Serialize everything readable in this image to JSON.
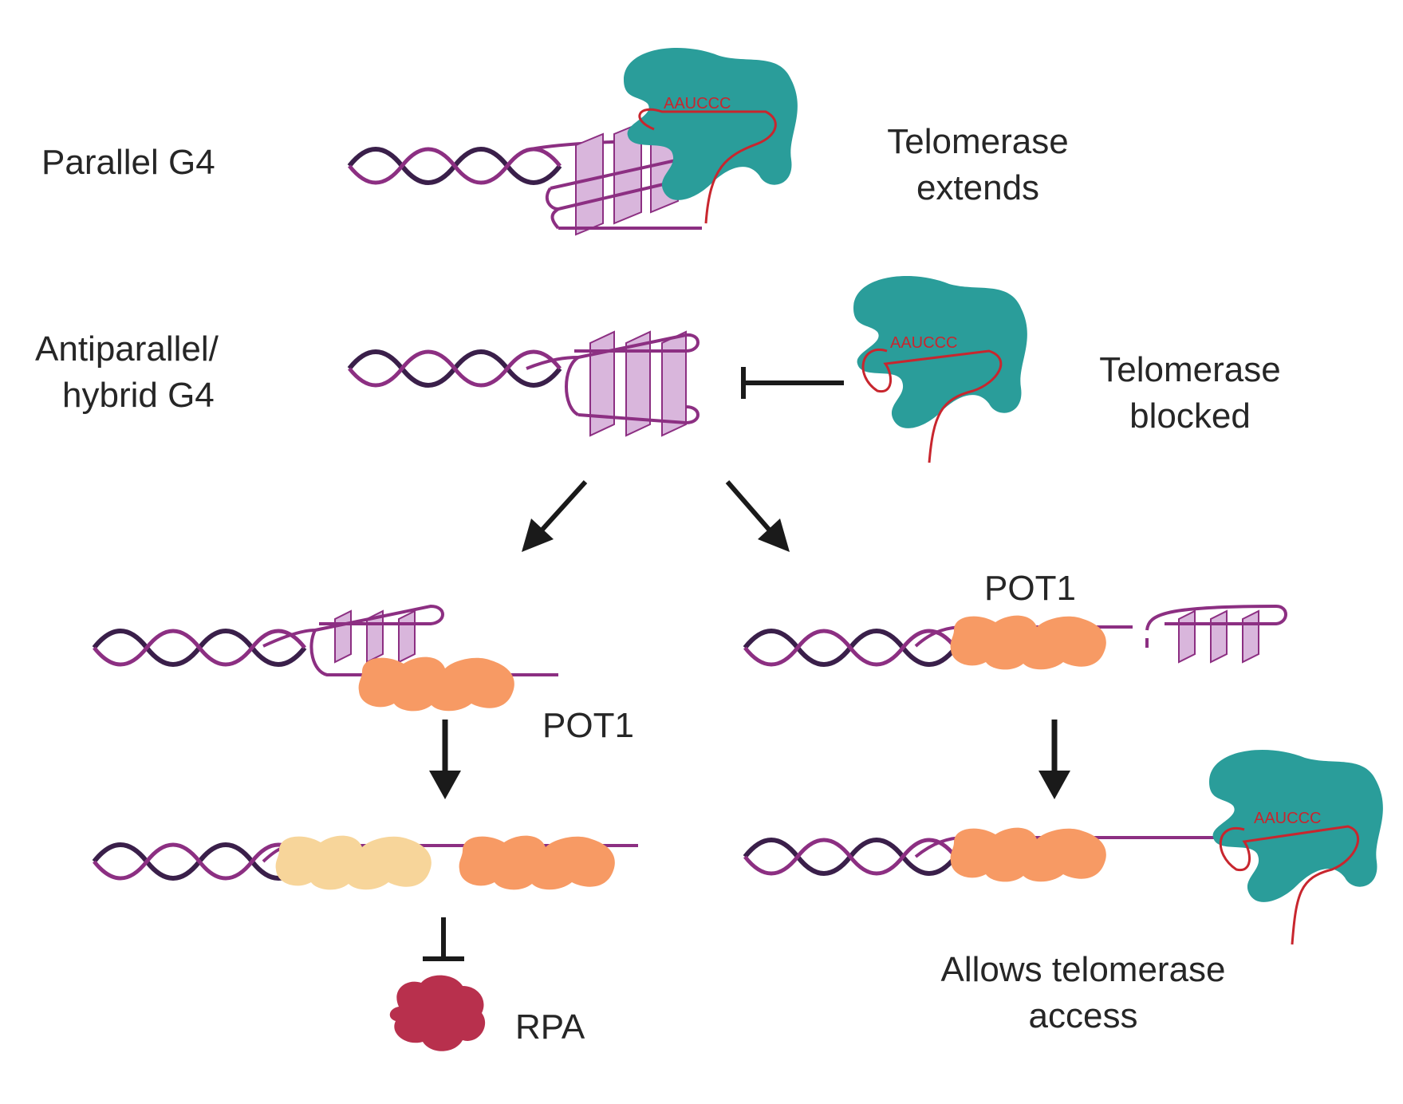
{
  "labels": {
    "parallel_g4": "Parallel G4",
    "antiparallel_line1": "Antiparallel/",
    "antiparallel_line2": "hybrid G4",
    "telomerase_extends_line1": "Telomerase",
    "telomerase_extends_line2": "extends",
    "telomerase_blocked_line1": "Telomerase",
    "telomerase_blocked_line2": "blocked",
    "pot1_left": "POT1",
    "pot1_right": "POT1",
    "rpa": "RPA",
    "allows_line1": "Allows telomerase",
    "allows_line2": "access"
  },
  "rna_template": "AAUCCC",
  "colors": {
    "dna_dark": "#3a1f4a",
    "dna_strand": "#8c2f82",
    "g4_fill": "#d9b6dc",
    "telomerase": "#2a9d9a",
    "rna": "#c8262e",
    "pot1": "#f79a64",
    "pot1_pale": "#f7d59a",
    "rpa": "#b8304d",
    "arrow": "#1a1a1a"
  }
}
